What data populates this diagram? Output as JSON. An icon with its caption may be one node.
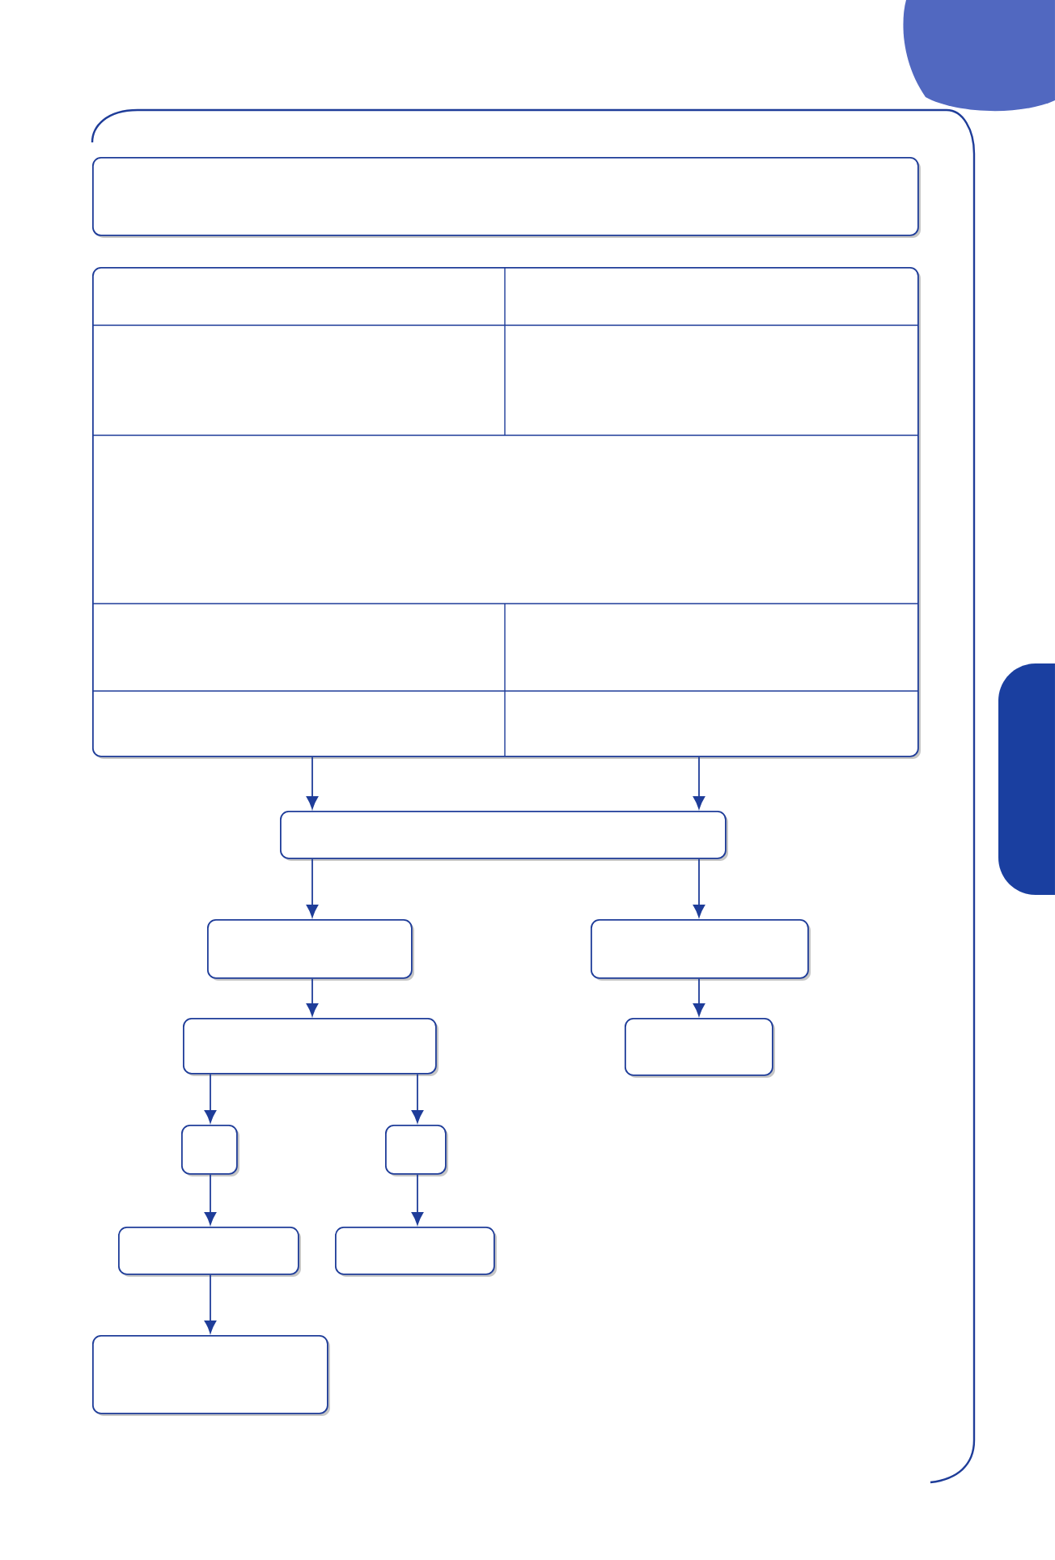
{
  "diagram": {
    "nodes": [
      {
        "text": [],
        "shape": "box"
      },
      {
        "text": [],
        "shape": "box"
      },
      {
        "text": [],
        "shape": "box"
      },
      {
        "text": [],
        "shape": "box"
      },
      {
        "text": [],
        "shape": "box"
      },
      {
        "text": [],
        "shape": "box"
      },
      {
        "text": [],
        "shape": "box"
      },
      {
        "text": [],
        "shape": "box"
      },
      {
        "text": [],
        "shape": "box"
      },
      {
        "text": [],
        "shape": "box"
      },
      {
        "text": [],
        "shape": "box"
      },
      {
        "text": [],
        "shape": "box"
      }
    ],
    "edges": [
      {
        "from": 1,
        "to": 2,
        "arrow": "to"
      },
      {
        "from": 1,
        "to": 2,
        "arrow": "to"
      },
      {
        "from": 2,
        "to": 3,
        "arrow": "to"
      },
      {
        "from": 2,
        "to": 4,
        "arrow": "to"
      },
      {
        "from": 3,
        "to": 5,
        "arrow": "to"
      },
      {
        "from": 4,
        "to": 6,
        "arrow": "to"
      },
      {
        "from": 5,
        "to": 7,
        "arrow": "to"
      },
      {
        "from": 5,
        "to": 8,
        "arrow": "to"
      },
      {
        "from": 7,
        "to": 9,
        "arrow": "to"
      },
      {
        "from": 8,
        "to": 10,
        "arrow": "to"
      },
      {
        "from": 9,
        "to": 11,
        "arrow": "to"
      }
    ]
  }
}
